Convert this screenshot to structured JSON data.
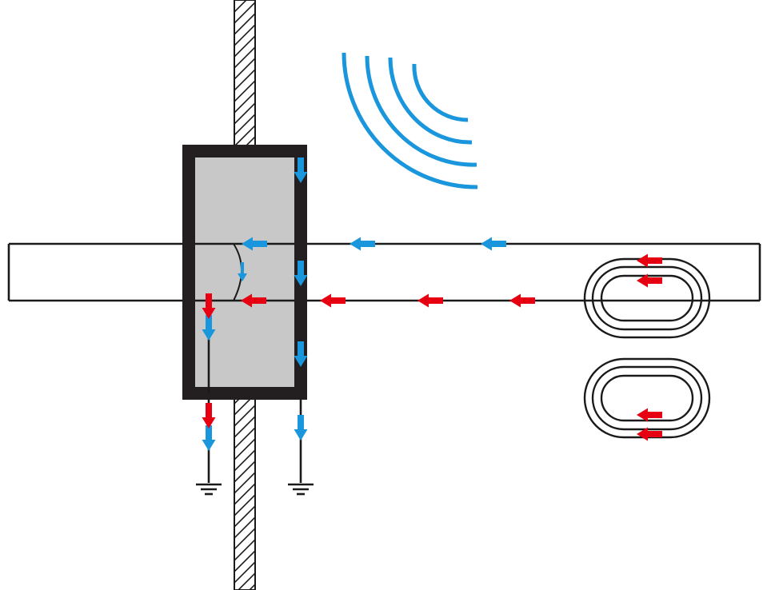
{
  "colors": {
    "background": "#ffffff",
    "line": "#1a1a1a",
    "enclosure_frame": "#231f20",
    "enclosure_fill": "#c8c8c8",
    "blue_arrow": "#1a96dc",
    "red_arrow": "#e60012",
    "waves": "#1a96dc"
  },
  "icons": {
    "ground": "ground-symbol-icon",
    "arrow": "arrow-icon",
    "wave": "radiated-emission-wave-icon",
    "coil": "magnetic-coupling-loop-icon"
  },
  "arrows": {
    "blue": [
      {
        "id": "enc-top",
        "dir": "down"
      },
      {
        "id": "enc-mid",
        "dir": "down"
      },
      {
        "id": "enc-low",
        "dir": "down"
      },
      {
        "id": "ground-right",
        "dir": "down"
      },
      {
        "id": "ground-left",
        "dir": "down"
      },
      {
        "id": "inner-drop",
        "dir": "down"
      },
      {
        "id": "inner-shunt",
        "dir": "down"
      },
      {
        "id": "shield-a",
        "dir": "left"
      },
      {
        "id": "shield-b",
        "dir": "left"
      },
      {
        "id": "shield-c",
        "dir": "left"
      }
    ],
    "red": [
      {
        "id": "cable-a",
        "dir": "left"
      },
      {
        "id": "cable-b",
        "dir": "left"
      },
      {
        "id": "cable-c",
        "dir": "left"
      },
      {
        "id": "cable-d",
        "dir": "left"
      },
      {
        "id": "inner-drop",
        "dir": "down"
      },
      {
        "id": "ground-left",
        "dir": "down"
      },
      {
        "id": "coil-top-1",
        "dir": "left"
      },
      {
        "id": "coil-top-2",
        "dir": "left"
      },
      {
        "id": "coil-bottom-1",
        "dir": "left"
      },
      {
        "id": "coil-bottom-2",
        "dir": "left"
      }
    ]
  }
}
